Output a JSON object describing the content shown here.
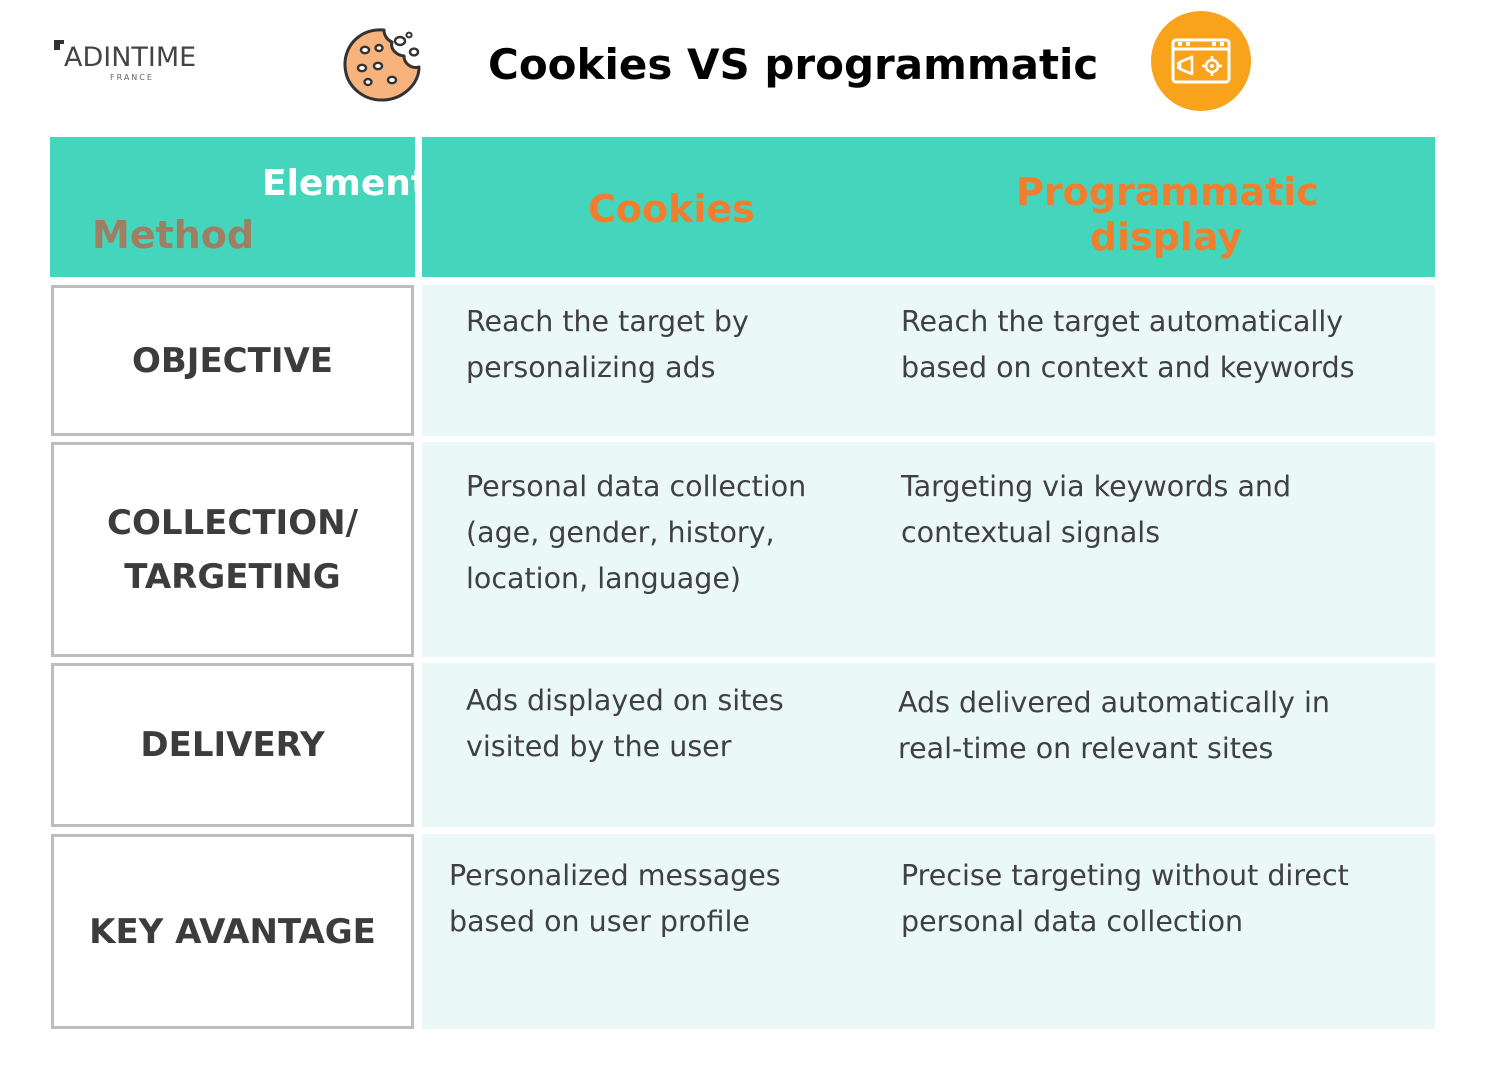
{
  "header": {
    "logo_text": "ADINTIME",
    "logo_sub": "FRANCE",
    "title": "Cookies VS programmatic",
    "icons": [
      "cookie-icon",
      "programmatic-display-icon"
    ]
  },
  "table": {
    "corner_top": "Element",
    "corner_bottom": "Method",
    "col_cookies": "Cookies",
    "col_programmatic": "Programmatic display",
    "rows": [
      {
        "label": "OBJECTIVE",
        "cookies": "Reach the target by\npersonalizing ads",
        "programmatic": "Reach the target automatically\nbased on context and keywords"
      },
      {
        "label": "COLLECTION/\nTARGETING",
        "cookies": "Personal data collection\n(age, gender, history,\nlocation, language)",
        "programmatic": "Targeting via keywords and\ncontextual signals"
      },
      {
        "label": "DELIVERY",
        "cookies": "Ads displayed on sites\nvisited by the user",
        "programmatic": "Ads delivered automatically in\nreal-time on relevant sites"
      },
      {
        "label": "KEY AVANTAGE",
        "cookies": "Personalized messages\nbased on user profile",
        "programmatic": "Precise targeting without direct\npersonal data collection"
      }
    ]
  },
  "colors": {
    "header_teal": "#45d5bd",
    "accent_orange": "#f17e2f",
    "method_brown": "#a07e61",
    "row_bg": "#eaf8f7",
    "border_gray": "#bdbdbd"
  }
}
